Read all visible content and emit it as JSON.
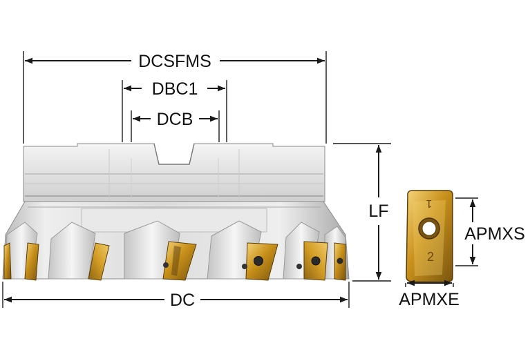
{
  "dimensions": {
    "dcsfms": "DCSFMS",
    "dbc1": "DBC1",
    "dcb": "DCB",
    "lf": "LF",
    "dc": "DC",
    "apmxs": "APMXS",
    "apmxe": "APMXE"
  },
  "insert_marks": {
    "top_digit": "1",
    "bottom_digit": "2"
  },
  "colors": {
    "body_steel": "#d9d9d9",
    "insert_gold": "#d9a520",
    "line": "#1a1a1a",
    "text": "#111111"
  }
}
